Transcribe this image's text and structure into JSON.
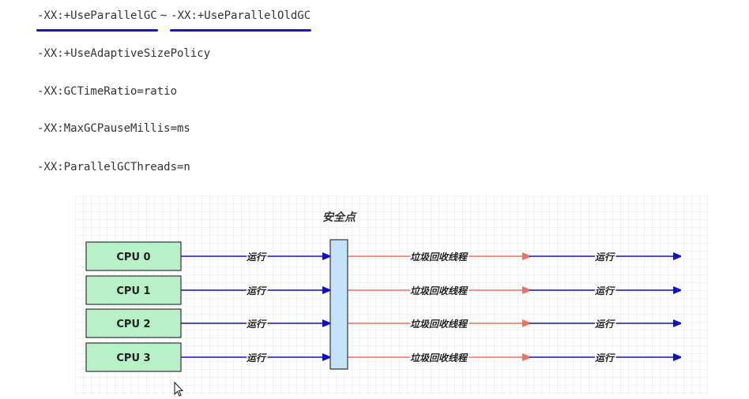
{
  "options": {
    "line1_left": "-XX:+UseParallelGC",
    "line1_sep": "~",
    "line1_right": "-XX:+UseParallelOldGC",
    "line2": "-XX:+UseAdaptiveSizePolicy",
    "line3": "-XX:GCTimeRatio=ratio",
    "line4": "-XX:MaxGCPauseMillis=ms",
    "line5": "-XX:ParallelGCThreads=n"
  },
  "diagram": {
    "safepoint_label": "安全点",
    "cpus": [
      "CPU 0",
      "CPU 1",
      "CPU 2",
      "CPU 3"
    ],
    "run_label": "运行",
    "gc_label": "垃圾回收线程",
    "colors": {
      "cpu_fill": "#b8f0c8",
      "safepoint_fill": "#c4e2f8",
      "run_arrow": "#1010c0",
      "gc_arrow": "#f07060",
      "underline": "#1515c8"
    }
  }
}
